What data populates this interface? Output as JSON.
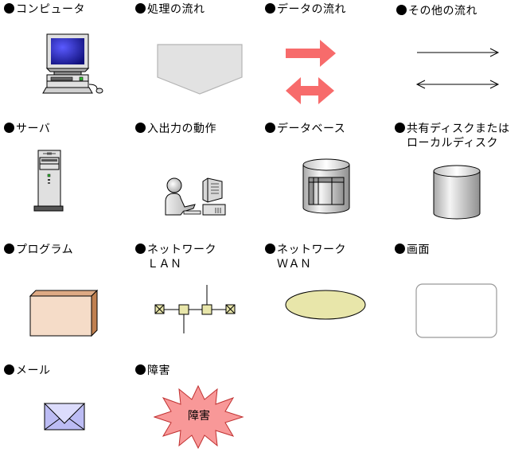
{
  "legend": {
    "computer": "コンピュータ",
    "process_flow": "処理の流れ",
    "data_flow": "データの流れ",
    "other_flow": "その他の流れ",
    "server": "サーバ",
    "io_operation": "入出力の動作",
    "database": "データベース",
    "shared_disk_line1": "共有ディスクまたは",
    "shared_disk_line2": "ローカルディスク",
    "program": "プログラム",
    "lan_line1": "ネットワーク",
    "lan_line2": "ＬＡＮ",
    "wan_line1": "ネットワーク",
    "wan_line2": "ＷＡＮ",
    "screen": "画面",
    "mail": "メール",
    "failure": "障害"
  },
  "icons": {
    "failure_text": "障害"
  },
  "colors": {
    "data_arrow": "#f76b6b",
    "process_fill": "#e2e2e2",
    "program_front": "#f5dcc8",
    "program_top": "#deaa84",
    "program_side": "#c08050",
    "network_fill": "#e8e6aa",
    "mail_fill": "#bcbcf4",
    "mail_flap": "#dcdcfc",
    "failure_fill": "#f89898",
    "failure_stroke": "#c03030"
  }
}
